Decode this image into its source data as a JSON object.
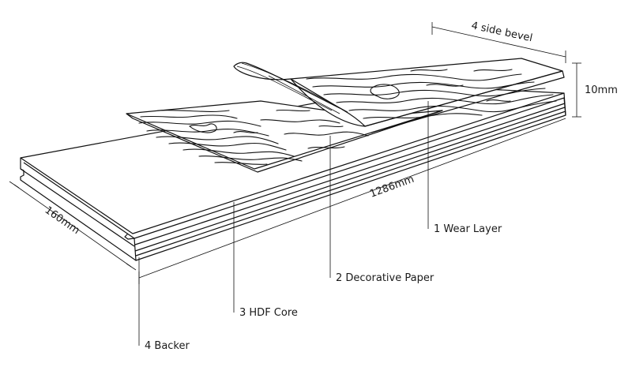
{
  "labels": {
    "wear_layer": "1 Wear Layer",
    "decorative_paper": "2 Decorative Paper",
    "hdf_core": "3 HDF Core",
    "backer": "4 Backer"
  },
  "dimensions": {
    "bevel": "4 side bevel",
    "thickness": "10mm",
    "length": "1286mm",
    "width": "160mm"
  }
}
